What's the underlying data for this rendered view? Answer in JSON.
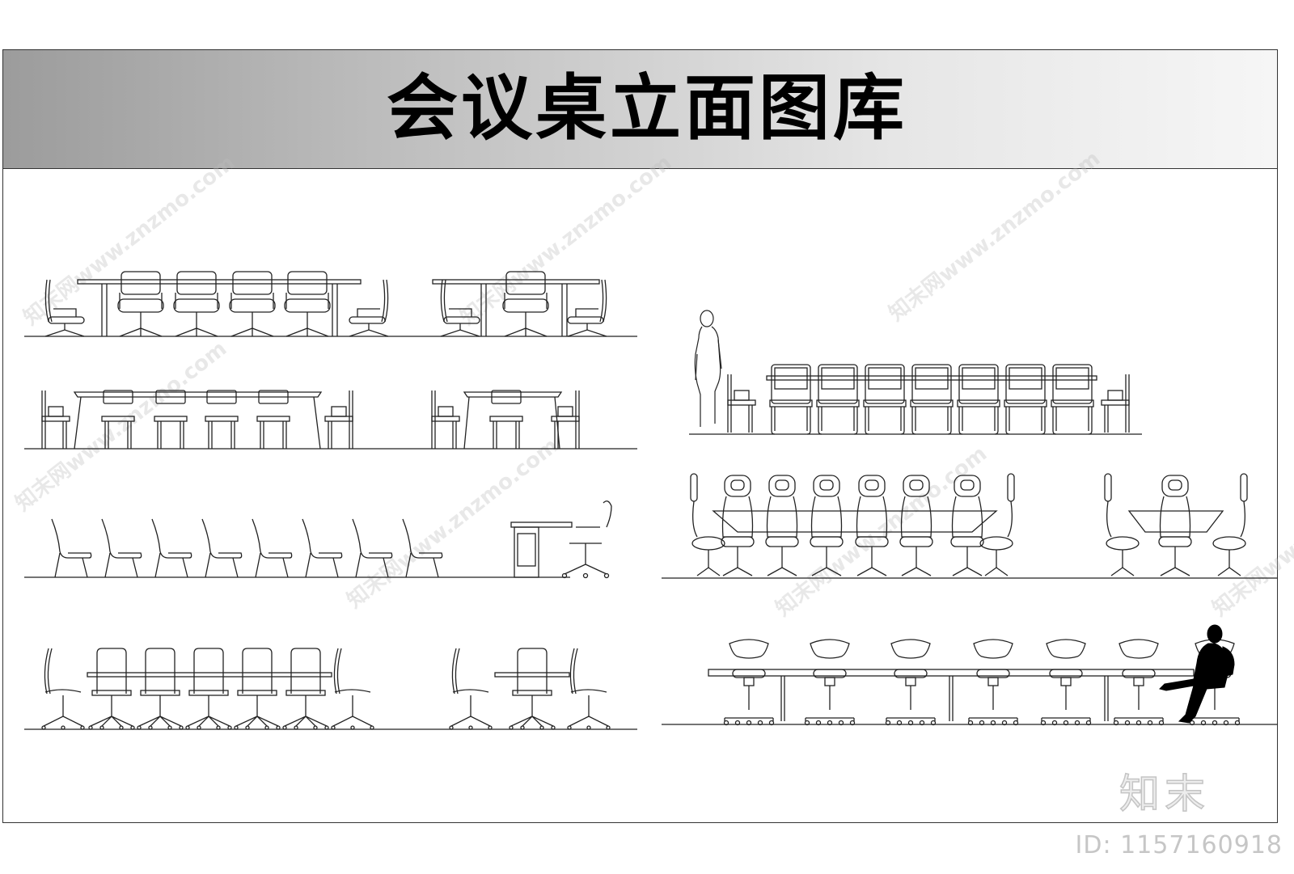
{
  "title": "会议桌立面图库",
  "watermark": {
    "text": "知末网www.znzmo.com",
    "color": "#bebebe"
  },
  "footer": {
    "brand": "知末",
    "id_label": "ID: 1157160918"
  },
  "colors": {
    "banner_dark": "#9c9c9c",
    "banner_light": "#f6f6f6",
    "line": "#222222"
  }
}
